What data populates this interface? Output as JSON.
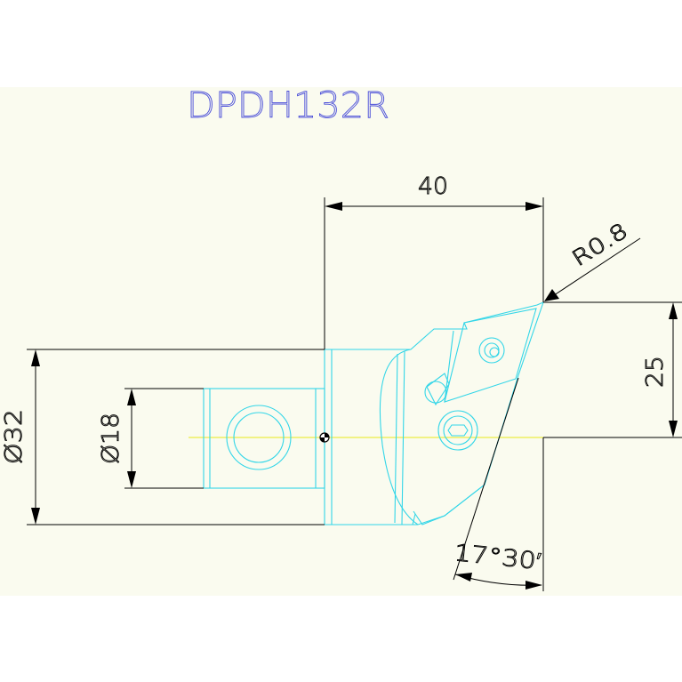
{
  "title": "DPDH132R",
  "dimensions": {
    "length": "40",
    "radius": "R0.8",
    "height": "25",
    "outer_diameter": "Ø32",
    "inner_diameter": "Ø18",
    "angle": "17°30′"
  },
  "colors": {
    "background": "#fafbef",
    "body_outline": "#33d6e8",
    "dimension_lines": "#000000",
    "title_text": "#4a4ed8",
    "centerline": "#e8e818"
  }
}
